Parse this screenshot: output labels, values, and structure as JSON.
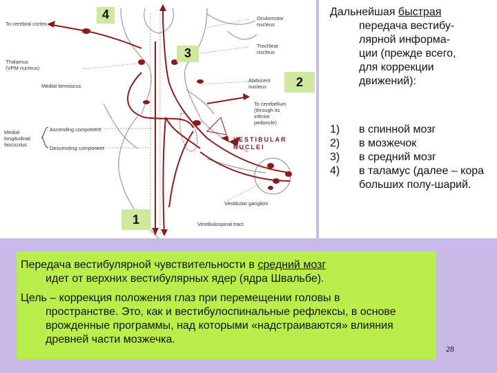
{
  "diagram": {
    "labels": {
      "cerebral_cortex": "To cerebral cortex",
      "thalamus": "Thalamus",
      "thalamus_sub": "(VPM nucleus)",
      "medial_lemniscus": "Medial lemniscus",
      "mlf_1": "Medial",
      "mlf_2": "longitudinal",
      "mlf_3": "fasciculus",
      "ascending": "Ascending component",
      "descending": "Descending component",
      "oculomotor_1": "Oculomotor",
      "oculomotor_2": "nucleus",
      "trochlear_1": "Trochlear",
      "trochlear_2": "nucleus",
      "abducent_1": "Abducent",
      "abducent_2": "nucleus",
      "cerebellum_1": "To cerebellum",
      "cerebellum_2": "(through its",
      "cerebellum_3": "inferior",
      "cerebellum_4": "peduncle)",
      "vestibular_nuclei_1": "VESTIBULAR",
      "vestibular_nuclei_2": "NUCLEI",
      "vestibular_ganglion": "Vestibular ganglion",
      "vestibulospinal": "Vestibulospinal tract"
    },
    "markers": {
      "m1": "1",
      "m2": "2",
      "m3": "3",
      "m4": "4"
    }
  },
  "side": {
    "heading_pre": "Дальнейшая ",
    "heading_underlined": "быстрая",
    "heading_lines": [
      "передача вестибу-",
      "лярной информа-",
      "ции (прежде всего,",
      "для коррекции",
      "движений):"
    ],
    "items": [
      {
        "n": "1)",
        "text": "в спинной мозг"
      },
      {
        "n": "2)",
        "text": "в мозжечок"
      },
      {
        "n": "3)",
        "text": "в средний мозг"
      },
      {
        "n": "4)",
        "text": "в таламус (далее – кора больших полу-шарий."
      }
    ]
  },
  "green": {
    "p1_pre": "Передача вестибулярной чувствительности в ",
    "p1_underlined": "средний мозг",
    "p1_rest": "идет от верхних вестибулярных ядер (ядра Швальбе).",
    "p2_first": "Цель – коррекция положения глаз при перемещении головы в",
    "p2_rest": "пространстве. Это, как и вестибулоспинальные рефлексы, в основе врожденные программы, над которыми «надстраиваются» влияния древней части мозжечка."
  },
  "page_number": "28",
  "colors": {
    "background": "#c7b9e8",
    "green_box": "#b9ef4a",
    "marker": "#cfe8a0",
    "pathway": "#8b1a1a"
  }
}
